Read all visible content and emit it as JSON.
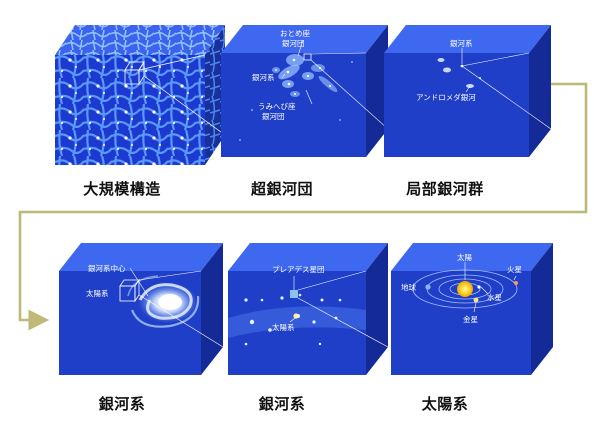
{
  "colors": {
    "cube_front": "#1f3fc8",
    "cube_top": "#3f68f0",
    "cube_side": "#142a96",
    "connector": "#c0b876",
    "label_text": "#111111",
    "annotation_text": "#ffffff",
    "sun": "#ffd21e"
  },
  "cubes": [
    {
      "title": "大規模構造",
      "annotations": []
    },
    {
      "title": "超銀河団",
      "annotations": [
        "おとめ座",
        "銀河団",
        "銀河系",
        "うみへび座",
        "銀河団"
      ]
    },
    {
      "title": "局部銀河群",
      "annotations": [
        "銀河系",
        "アンドロメダ銀河"
      ]
    },
    {
      "title": "銀河系",
      "annotations": [
        "銀河系中心",
        "太陽系"
      ]
    },
    {
      "title": "銀河系",
      "annotations": [
        "プレアデス星団",
        "太陽系"
      ]
    },
    {
      "title": "太陽系",
      "annotations": [
        "太陽",
        "地球",
        "火星",
        "水星",
        "金星"
      ]
    }
  ]
}
